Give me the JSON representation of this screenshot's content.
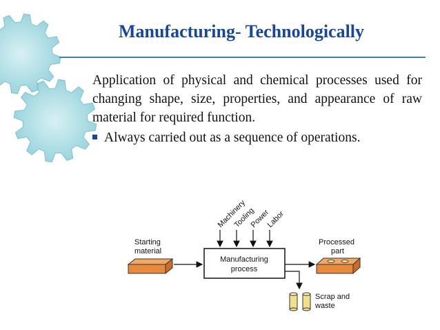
{
  "slide": {
    "title": "Manufacturing- Technologically",
    "paragraph": "Application of physical and chemical processes used for changing shape, size, properties, and appearance of raw material for required function.",
    "bullet": "Always carried out as a sequence of  operations."
  },
  "diagram": {
    "inputs": [
      "Machinery",
      "Tooling",
      "Power",
      "Labor"
    ],
    "start_line1": "Starting",
    "start_line2": "material",
    "process_line1": "Manufacturing",
    "process_line2": "process",
    "output_line1": "Processed",
    "output_line2": "part",
    "scrap_line1": "Scrap and",
    "scrap_line2": "waste"
  },
  "colors": {
    "title": "#17469e",
    "rule": "#3a84b8",
    "gear": "#a8dce4",
    "block": "#e88a3c",
    "cylinder": "#f0e08a"
  }
}
